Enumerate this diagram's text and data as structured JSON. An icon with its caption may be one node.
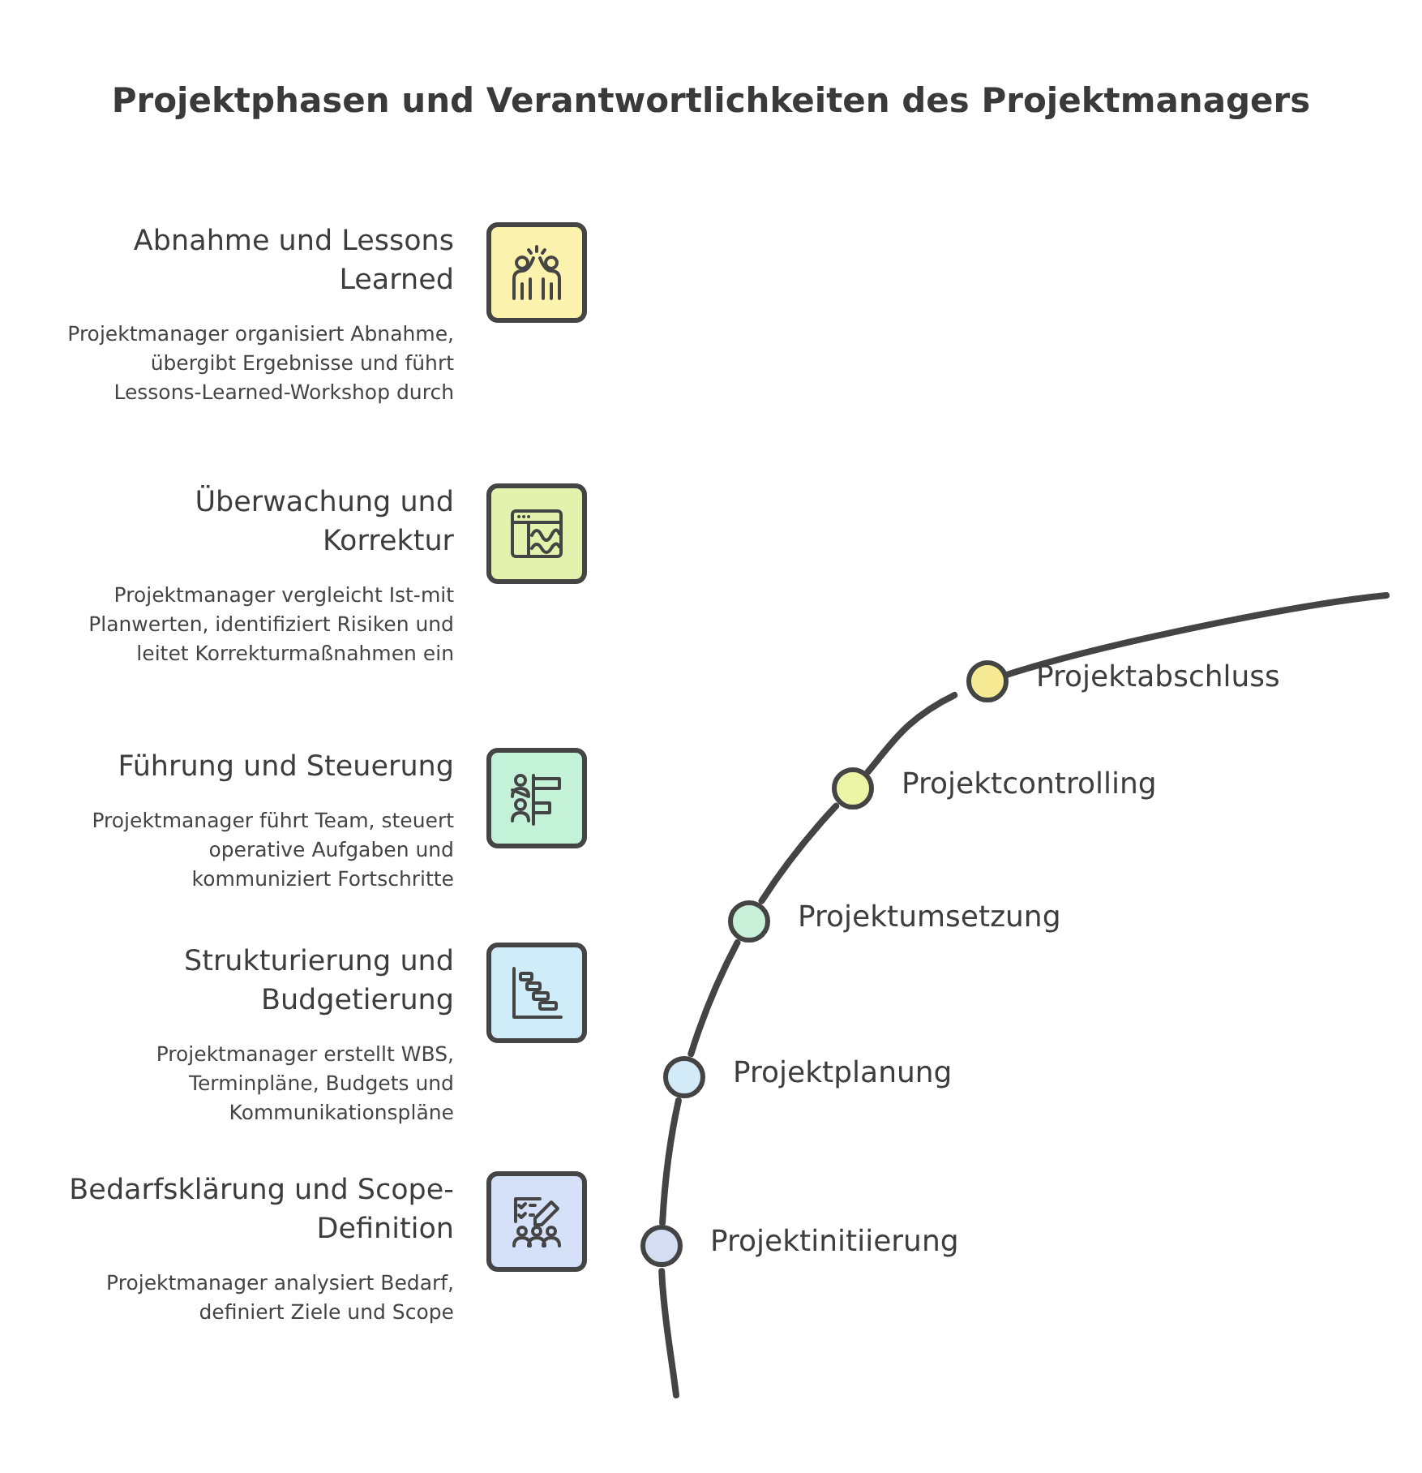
{
  "diagram": {
    "title": "Projektphasen und Verantwortlichkeiten des Projektmanagers",
    "nodes": [
      {
        "text": [
          "Abnahme und Lessons Learned",
          "Projektmanager organisiert Abnahme, übergibt Ergebnisse und führt Lessons-Learned-Workshop durch"
        ]
      },
      {
        "text": [
          "Überwachung und Korrektur",
          "Projektmanager vergleicht Ist-mit Planwerten, identifiziert Risiken und leitet Korrekturmaßnahmen ein"
        ]
      },
      {
        "text": [
          "Führung und Steuerung",
          "Projektmanager führt Team, steuert operative Aufgaben und kommuniziert Fortschritte"
        ]
      },
      {
        "text": [
          "Strukturierung und Budgetierung",
          "Projektmanager erstellt WBS, Terminpläne, Budgets und Kommunikationspläne"
        ]
      },
      {
        "text": [
          "Bedarfsklärung und Scope-Definition",
          "Projektmanager analysiert Bedarf, definiert Ziele und Scope"
        ]
      },
      {
        "text": [],
        "shape": "circle",
        "beside": [
          "Projektabschluss"
        ]
      },
      {
        "text": [],
        "shape": "circle",
        "beside": [
          "Projektcontrolling"
        ]
      },
      {
        "text": [],
        "shape": "circle",
        "beside": [
          "Projektumsetzung"
        ]
      },
      {
        "text": [],
        "shape": "circle",
        "beside": [
          "Projektplanung"
        ]
      },
      {
        "text": [],
        "shape": "circle",
        "beside": [
          "Projektinitiierung"
        ]
      }
    ],
    "edges": [
      {
        "from": null,
        "to": 9,
        "arrow": "none"
      },
      {
        "from": 9,
        "to": 8,
        "arrow": "none"
      },
      {
        "from": 8,
        "to": 7,
        "arrow": "none"
      },
      {
        "from": 7,
        "to": 6,
        "arrow": "none"
      },
      {
        "from": 6,
        "to": 5,
        "arrow": "none"
      },
      {
        "from": 5,
        "to": null,
        "arrow": "none"
      }
    ]
  }
}
